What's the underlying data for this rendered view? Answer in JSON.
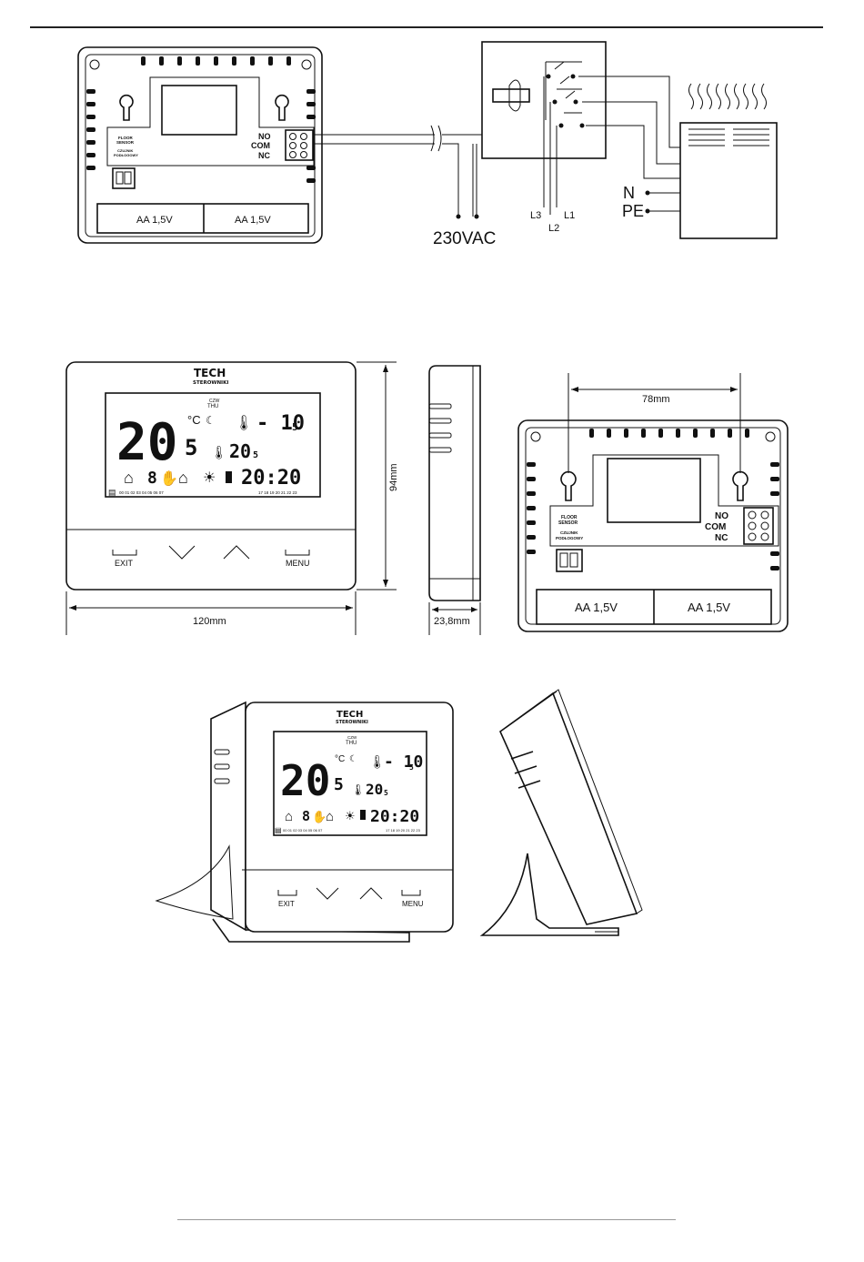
{
  "wiring": {
    "supply_label": "230VAC",
    "phase_labels": [
      "L3",
      "L1",
      "L2"
    ],
    "neutral_label": "N",
    "earth_label": "PE",
    "battery_labels": [
      "AA 1,5V",
      "AA 1,5V"
    ],
    "terminal_labels": [
      "NO",
      "COM",
      "NC"
    ],
    "sensor_labels": [
      "FLOOR",
      "SENSOR",
      "CZUJNIK",
      "PODŁOGOWY"
    ]
  },
  "dimensions": {
    "width": "120mm",
    "height": "94mm",
    "depth": "23,8mm",
    "mount_spacing": "78mm"
  },
  "device": {
    "brand": "TECH",
    "brand_sub": "STEROWNIKI",
    "day_pl": "CZW",
    "day_en": "THU",
    "temp_main": "20",
    "temp_main_decimal": "5",
    "temp_unit": "°C",
    "outdoor_temp": "- 10",
    "outdoor_decimal": "5",
    "floor_temp": "20",
    "floor_decimal": "5",
    "program_number": "8",
    "clock": "20:20",
    "hours_left": "00 01 02 03 04 05 06 07",
    "hours_right": "17 18 19 20 21 22 23",
    "exit_label": "EXIT",
    "menu_label": "MENU"
  },
  "back_panel": {
    "battery_labels": [
      "AA 1,5V",
      "AA 1,5V"
    ],
    "terminal_labels": [
      "NO",
      "COM",
      "NC"
    ],
    "sensor_labels": [
      "FLOOR",
      "SENSOR",
      "CZUJNIK",
      "PODŁOGOWY"
    ]
  }
}
